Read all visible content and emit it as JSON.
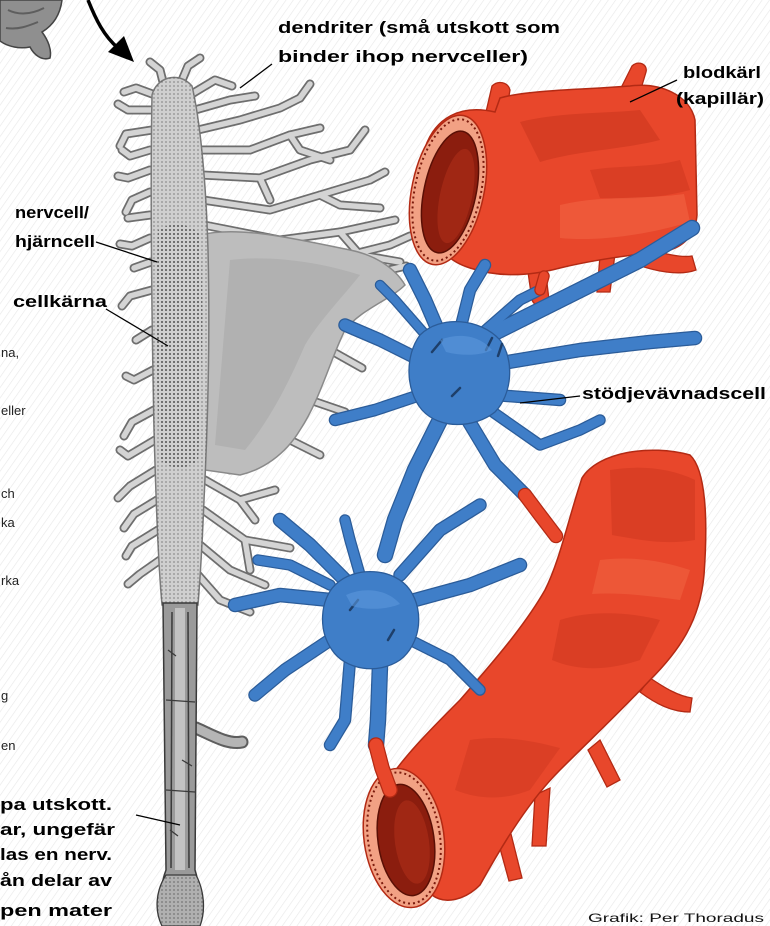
{
  "labels": {
    "dendrites_line1": "dendriter (små utskott som",
    "dendrites_line2": "binder ihop nervceller)",
    "blood_vessel_line1": "blodkärl",
    "blood_vessel_line2": "(kapillär)",
    "nerve_cell_line1": "nervcell/",
    "nerve_cell_line2": "hjärncell",
    "nucleus": "cellkärna",
    "glial_cell": "stödjevävnadscell"
  },
  "axon_caption": [
    "pa utskott.",
    "ar, ungefär",
    "las en nerv.",
    "ån delar av",
    "pen mater"
  ],
  "side_text_fragments": [
    "na,",
    "eller",
    "ch",
    "ka",
    "rka",
    "g",
    "en"
  ],
  "credit": "Grafik: Per Thoradus",
  "colors": {
    "neuron": "#cfcfcf",
    "axon": "#9a9a9a",
    "blood_vessel": "#e8472b",
    "blood_vessel_lumen": "#8b1d0e",
    "glial_cell": "#3f7ec8",
    "label_text": "#000000"
  }
}
